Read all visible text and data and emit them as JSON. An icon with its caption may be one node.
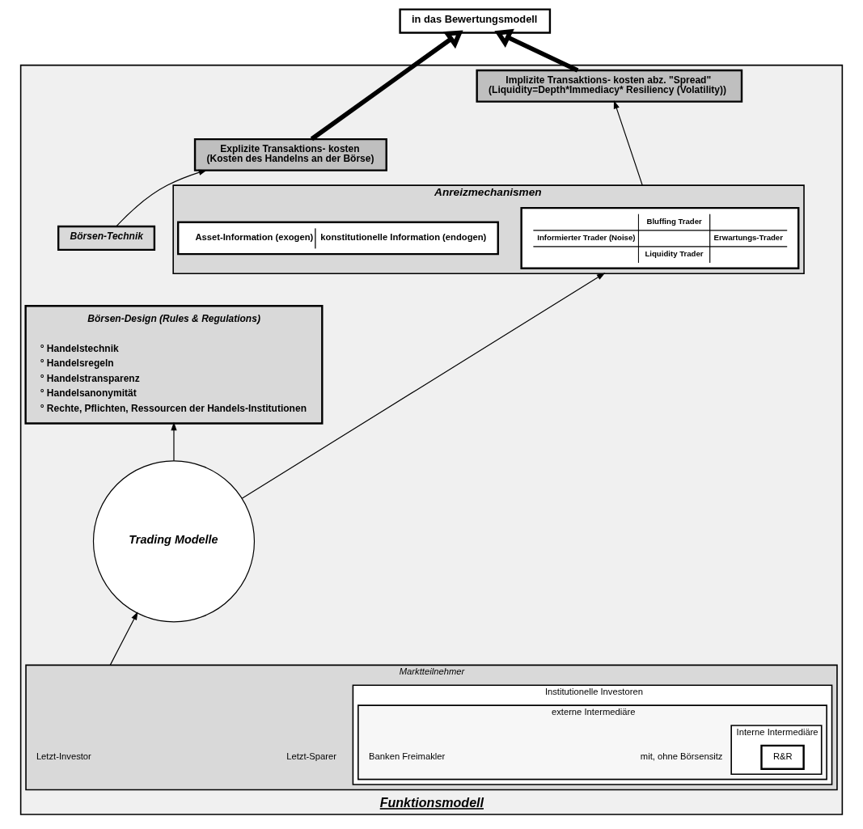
{
  "diagram": {
    "nodes": [
      {
        "text": [
          "in das Bewertungsmodell"
        ]
      },
      {
        "text": [
          "Funktionsmodell"
        ]
      },
      {
        "text": [
          "Explizite Transaktions- kosten",
          "(Kosten des Handelns an der Börse)"
        ],
        "in": 1
      },
      {
        "text": [
          "Implizite Transaktions- kosten abz. \"Spread\"",
          "(Liquidity=Depth*Immediacy* Resiliency (Volatility))"
        ],
        "in": 1
      },
      {
        "text": [
          "Börsen-Technik"
        ],
        "in": 1
      },
      {
        "text": [
          "Börsen-Design (Rules & Regulations)",
          "° Handelstechnik",
          "° Handelsregeln",
          "° Handelstransparenz",
          "° Handelsanonymität",
          "° Rechte, Pflichten, Ressourcen der Handels-Institutionen"
        ],
        "in": 1
      },
      {
        "text": [
          "Trading Modelle"
        ],
        "in": 1
      },
      {
        "text": [
          "Anreizmechanismen"
        ],
        "in": 1
      },
      {
        "text": [
          "Bluffing Trader",
          "Informierter Trader (Noise)",
          "Erwartungs-Trader",
          "Liquidity Trader"
        ],
        "in": 7
      },
      {
        "text": [
          "Asset-Information (exogen)",
          "konstitutionelle Information (endogen)"
        ],
        "in": 7
      },
      {
        "text": [
          "Marktteilnehmer",
          "Letzt-Investor",
          "Letzt-Sparer"
        ],
        "in": 1
      },
      {
        "text": [
          "Institutionelle Investoren"
        ],
        "in": 10
      },
      {
        "text": [
          "externe Intermediäre",
          "Banken Freimakler",
          "mit, ohne Börsensitz"
        ],
        "in": 11
      },
      {
        "text": [
          "Interne Intermediäre"
        ],
        "in": 12
      },
      {
        "text": [
          "R&R"
        ],
        "in": 13
      }
    ],
    "edges": [
      {
        "from": 2,
        "to": 0,
        "arrow": "to",
        "style": "thick"
      },
      {
        "from": 3,
        "to": 0,
        "arrow": "to",
        "style": "thick"
      },
      {
        "from": 4,
        "to": 2,
        "arrow": "to"
      },
      {
        "from": 7,
        "to": 3,
        "arrow": "to"
      },
      {
        "from": 6,
        "to": 5,
        "arrow": "to"
      },
      {
        "from": 6,
        "to": 7,
        "arrow": "to"
      },
      {
        "from": 10,
        "to": 6,
        "arrow": "to"
      }
    ]
  }
}
